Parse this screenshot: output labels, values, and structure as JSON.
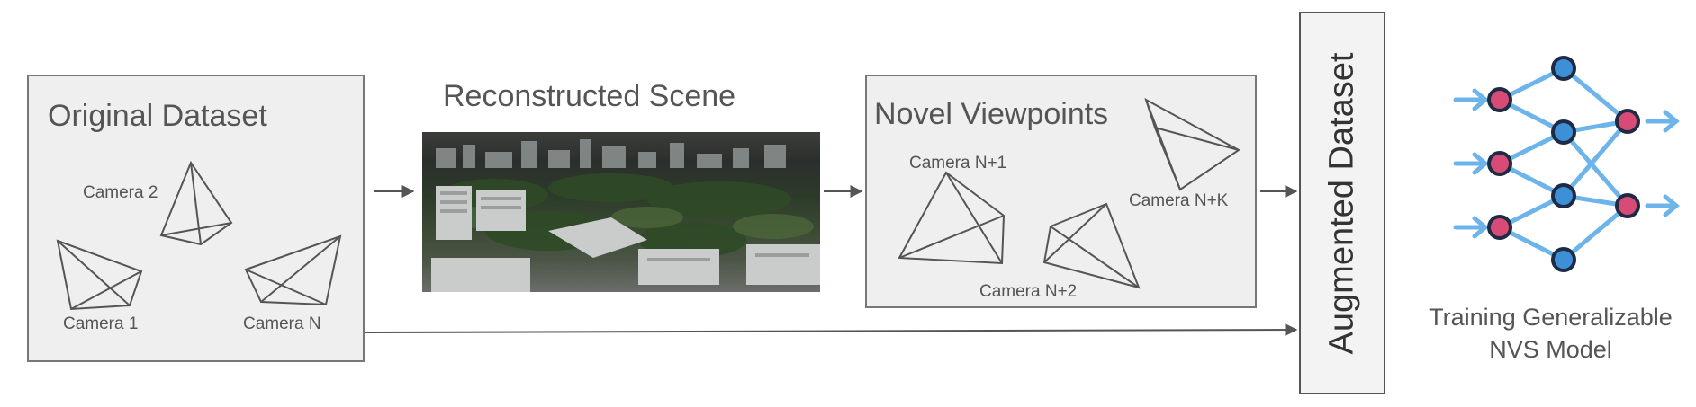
{
  "original": {
    "title": "Original Dataset",
    "cameras": [
      "Camera 2",
      "Camera 1",
      "Camera N"
    ]
  },
  "scene": {
    "title": "Reconstructed Scene"
  },
  "novel": {
    "title": "Novel Viewpoints",
    "cameras": [
      "Camera N+1",
      "Camera N+K",
      "Camera N+2"
    ]
  },
  "augmented": {
    "label": "Augmented Dataset"
  },
  "model": {
    "caption_line1": "Training Generalizable",
    "caption_line2": "NVS Model"
  },
  "colors": {
    "arrow_blue": "#6cb4ea",
    "node_red": "#d74b76",
    "node_blue": "#3d8fd6",
    "node_outline": "#1f2a44",
    "box_fill": "#efefef",
    "box_border": "#777777"
  }
}
